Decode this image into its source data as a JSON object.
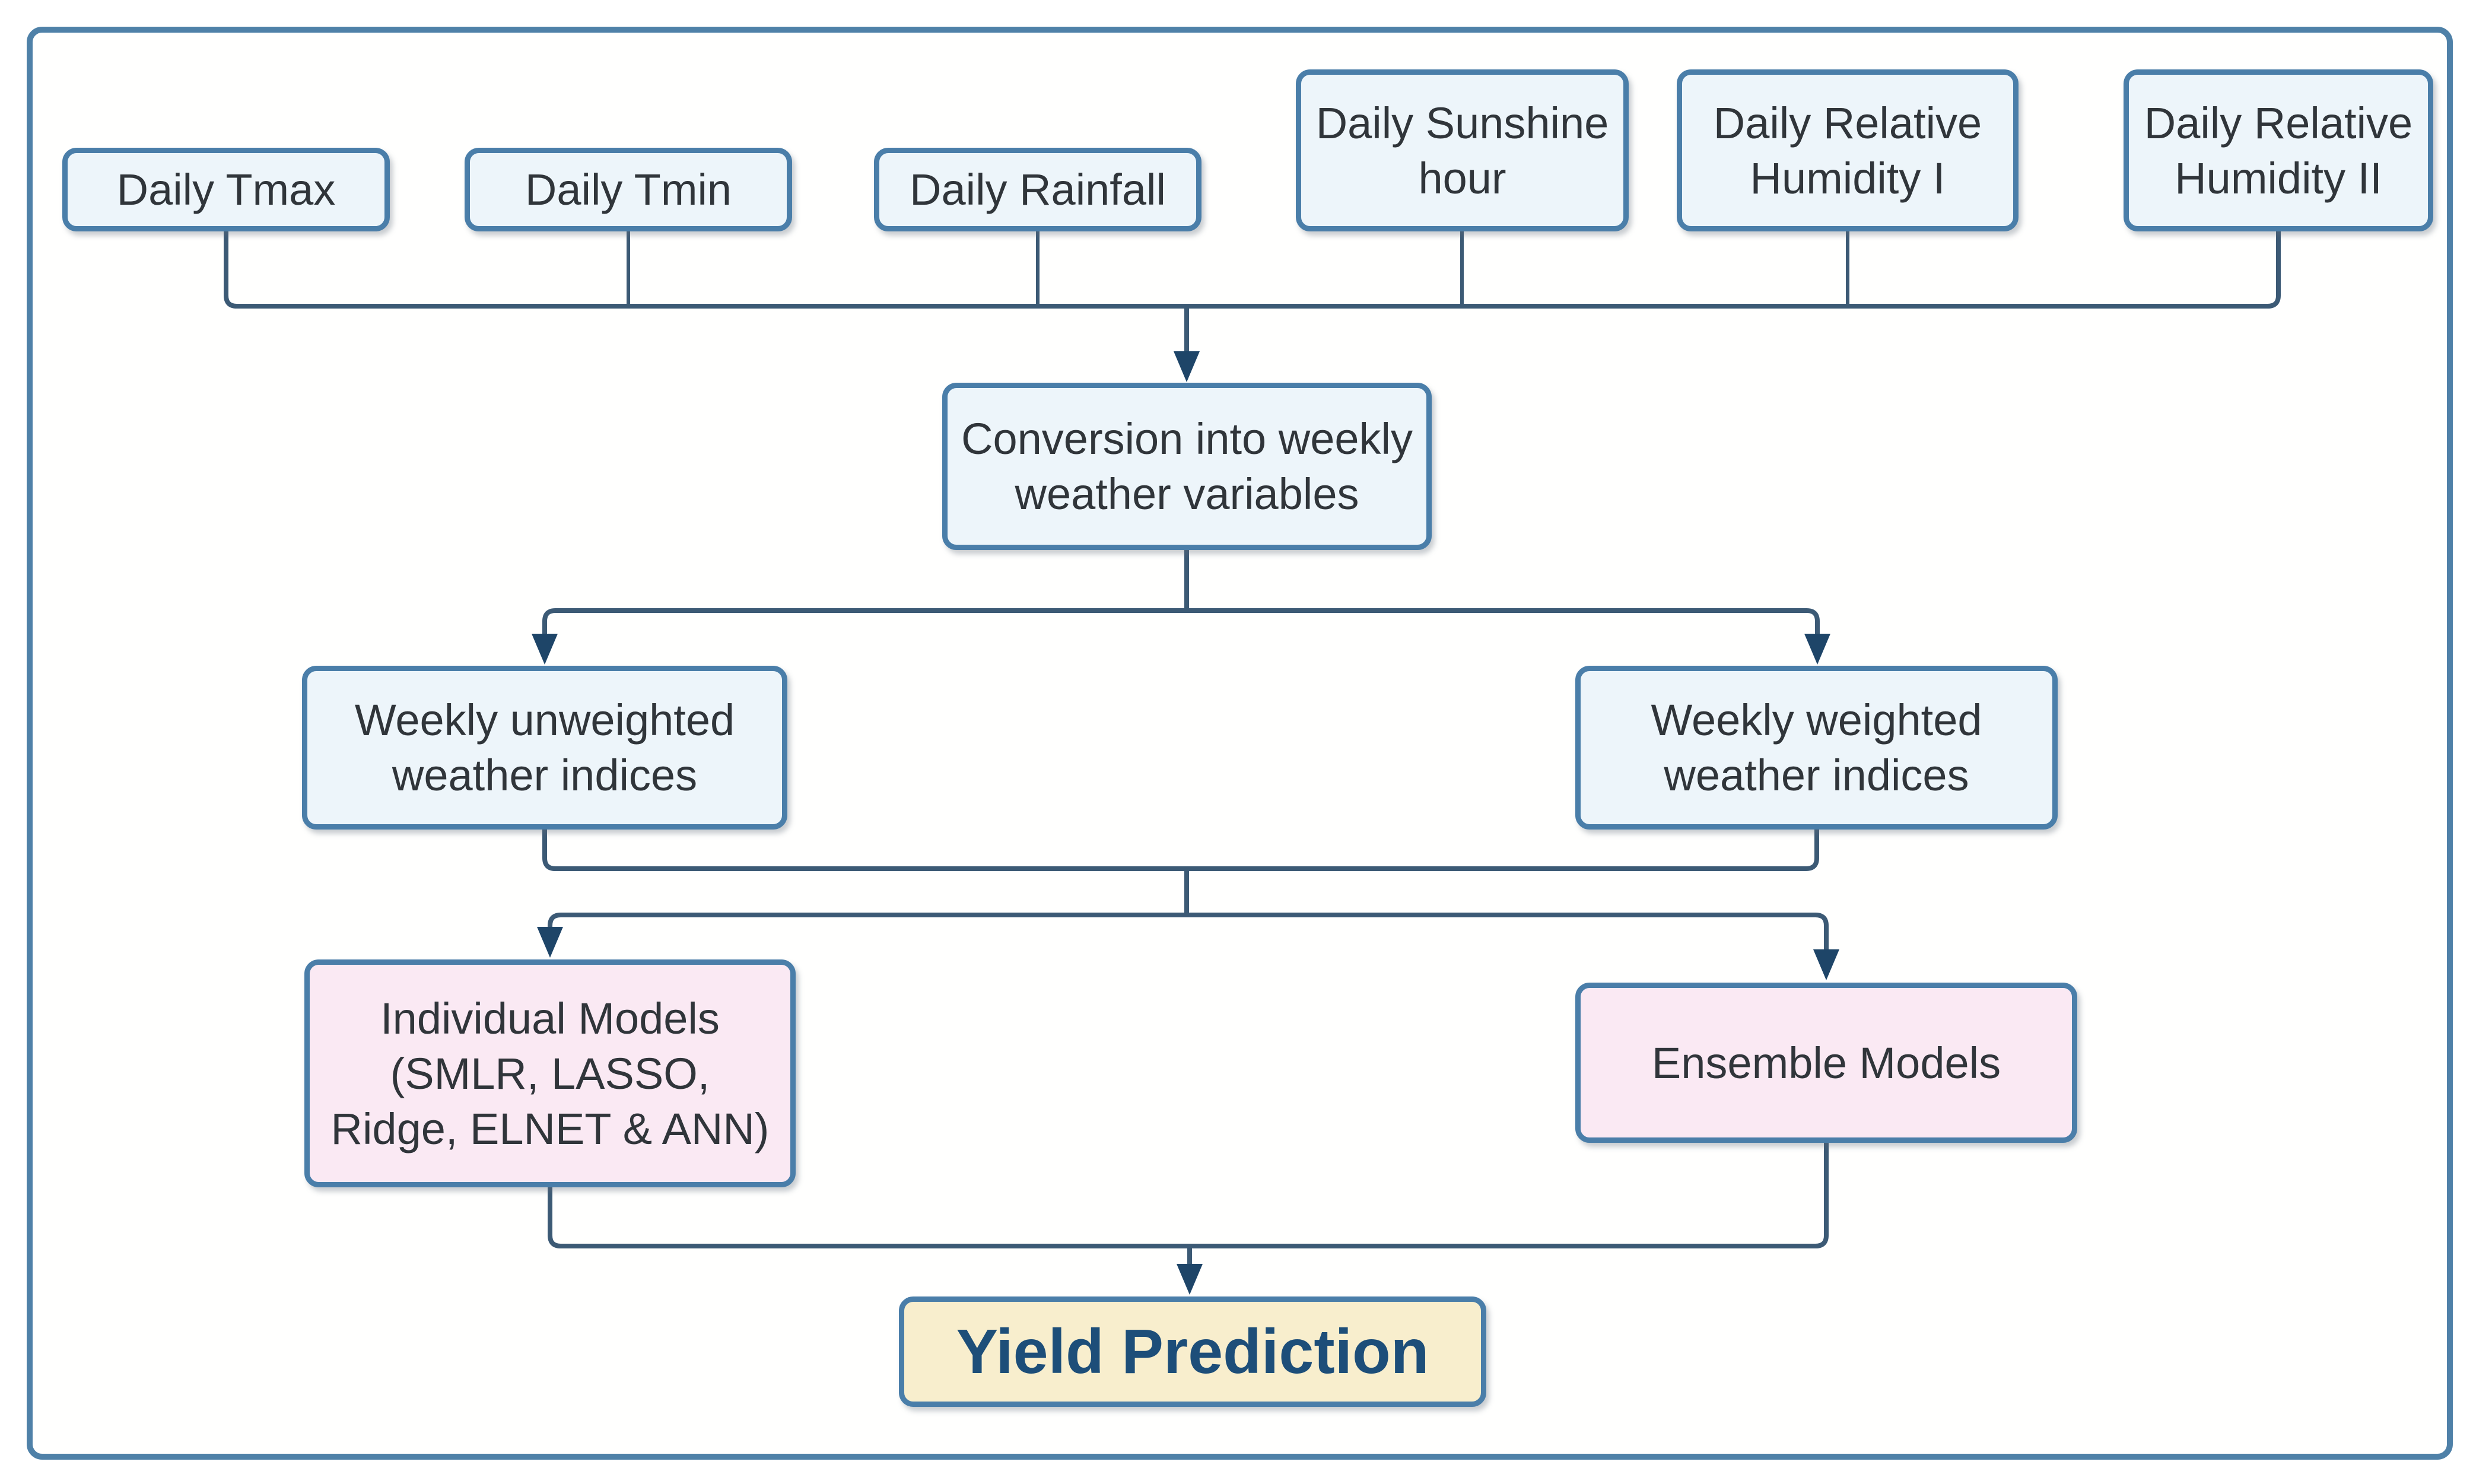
{
  "colors": {
    "frame_border": "#4f81a8",
    "node_border": "#4a7ea9",
    "blue_fill": "#edf5fa",
    "pink_fill": "#fae9f3",
    "cream_fill": "#f8eecd",
    "connector": "#3c5a75",
    "arrowhead": "#1e4568",
    "text": "#30353a",
    "yield_text": "#1d4e79"
  },
  "nodes": {
    "daily_tmax": {
      "label": "Daily Tmax"
    },
    "daily_tmin": {
      "label": "Daily Tmin"
    },
    "daily_rainfall": {
      "label": "Daily Rainfall"
    },
    "daily_sunshine": {
      "label": "Daily Sunshine\nhour"
    },
    "daily_rh1": {
      "label": "Daily Relative\nHumidity I"
    },
    "daily_rh2": {
      "label": "Daily Relative\nHumidity II"
    },
    "conversion": {
      "label": "Conversion into weekly\nweather variables"
    },
    "unweighted": {
      "label": "Weekly unweighted\nweather indices"
    },
    "weighted": {
      "label": "Weekly weighted\nweather indices"
    },
    "individual": {
      "label": "Individual Models\n(SMLR, LASSO,\nRidge, ELNET & ANN)"
    },
    "ensemble": {
      "label": "Ensemble Models"
    },
    "yield": {
      "label": "Yield Prediction"
    }
  }
}
